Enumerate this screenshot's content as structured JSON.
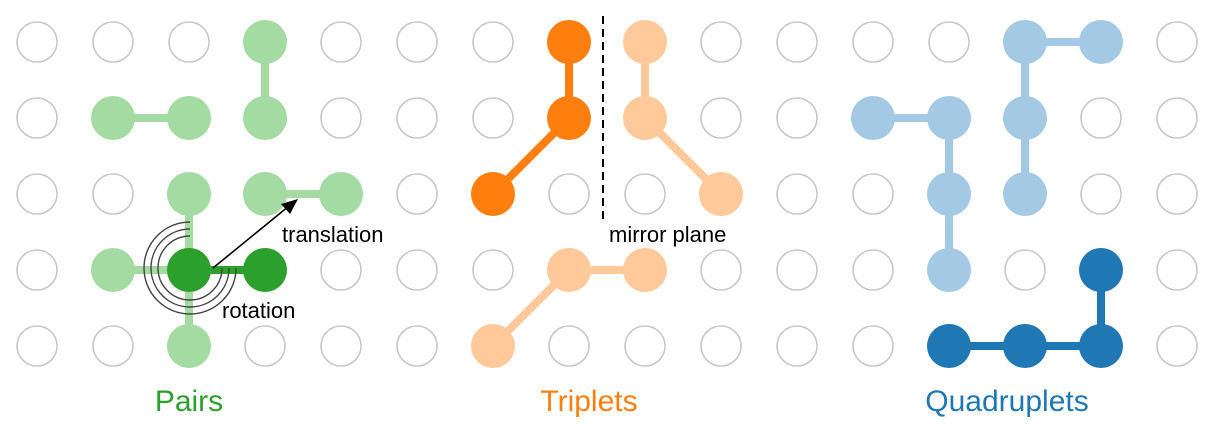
{
  "grid": {
    "columns": 16,
    "rows": 5,
    "empty_stroke": "#c8c8c8"
  },
  "colors": {
    "green_dark": "#2ca02c",
    "green_light": "#a3dba3",
    "orange_dark": "#ff7f0e",
    "orange_light": "#ffc999",
    "blue_dark": "#1f77b4",
    "blue_light": "#a3c9e5"
  },
  "labels": {
    "pairs": "Pairs",
    "triplets": "Triplets",
    "quadruplets": "Quadruplets",
    "translation": "translation",
    "rotation": "rotation",
    "mirror_plane": "mirror plane"
  },
  "clusters": [
    {
      "id": "pair-vertical",
      "group": "pairs",
      "color": "green_light",
      "nodes": [
        [
          3,
          0
        ],
        [
          3,
          1
        ]
      ],
      "edges": [
        [
          0,
          1
        ]
      ]
    },
    {
      "id": "pair-horizontal",
      "group": "pairs",
      "color": "green_light",
      "nodes": [
        [
          1,
          1
        ],
        [
          2,
          1
        ]
      ],
      "edges": [
        [
          0,
          1
        ]
      ]
    },
    {
      "id": "pair-translated",
      "group": "pairs",
      "color": "green_light",
      "nodes": [
        [
          3,
          2
        ],
        [
          4,
          2
        ]
      ],
      "edges": [
        [
          0,
          1
        ]
      ]
    },
    {
      "id": "pair-rotated-up",
      "group": "pairs",
      "color": "green_light",
      "nodes": [
        [
          2,
          3
        ],
        [
          2,
          2
        ]
      ],
      "edges": [
        [
          0,
          1
        ]
      ]
    },
    {
      "id": "pair-rotated-left",
      "group": "pairs",
      "color": "green_light",
      "nodes": [
        [
          2,
          3
        ],
        [
          1,
          3
        ]
      ],
      "edges": [
        [
          0,
          1
        ]
      ]
    },
    {
      "id": "pair-rotated-down",
      "group": "pairs",
      "color": "green_light",
      "nodes": [
        [
          2,
          3
        ],
        [
          2,
          4
        ]
      ],
      "edges": [
        [
          0,
          1
        ]
      ]
    },
    {
      "id": "pair-original",
      "group": "pairs",
      "color": "green_dark",
      "nodes": [
        [
          2,
          3
        ],
        [
          3,
          3
        ]
      ],
      "edges": [
        [
          0,
          1
        ]
      ]
    },
    {
      "id": "triplet-original",
      "group": "triplets",
      "color": "orange_dark",
      "nodes": [
        [
          7,
          0
        ],
        [
          7,
          1
        ],
        [
          6,
          2
        ]
      ],
      "edges": [
        [
          0,
          1
        ],
        [
          1,
          2
        ]
      ]
    },
    {
      "id": "triplet-mirrored",
      "group": "triplets",
      "color": "orange_light",
      "nodes": [
        [
          8,
          0
        ],
        [
          8,
          1
        ],
        [
          9,
          2
        ]
      ],
      "edges": [
        [
          0,
          1
        ],
        [
          1,
          2
        ]
      ]
    },
    {
      "id": "triplet-rotated",
      "group": "triplets",
      "color": "orange_light",
      "nodes": [
        [
          6,
          4
        ],
        [
          7,
          3
        ],
        [
          8,
          3
        ]
      ],
      "edges": [
        [
          0,
          1
        ],
        [
          1,
          2
        ]
      ]
    },
    {
      "id": "quadruplet-a",
      "group": "quadruplets",
      "color": "blue_light",
      "nodes": [
        [
          11,
          1
        ],
        [
          12,
          1
        ],
        [
          12,
          2
        ],
        [
          12,
          3
        ]
      ],
      "edges": [
        [
          0,
          1
        ],
        [
          1,
          2
        ],
        [
          2,
          3
        ]
      ]
    },
    {
      "id": "quadruplet-b",
      "group": "quadruplets",
      "color": "blue_light",
      "nodes": [
        [
          14,
          0
        ],
        [
          13,
          0
        ],
        [
          13,
          1
        ],
        [
          13,
          2
        ]
      ],
      "edges": [
        [
          0,
          1
        ],
        [
          1,
          2
        ],
        [
          2,
          3
        ]
      ]
    },
    {
      "id": "quadruplet-original",
      "group": "quadruplets",
      "color": "blue_dark",
      "nodes": [
        [
          12,
          4
        ],
        [
          13,
          4
        ],
        [
          14,
          4
        ],
        [
          14,
          3
        ]
      ],
      "edges": [
        [
          0,
          1
        ],
        [
          1,
          2
        ],
        [
          2,
          3
        ]
      ]
    }
  ]
}
